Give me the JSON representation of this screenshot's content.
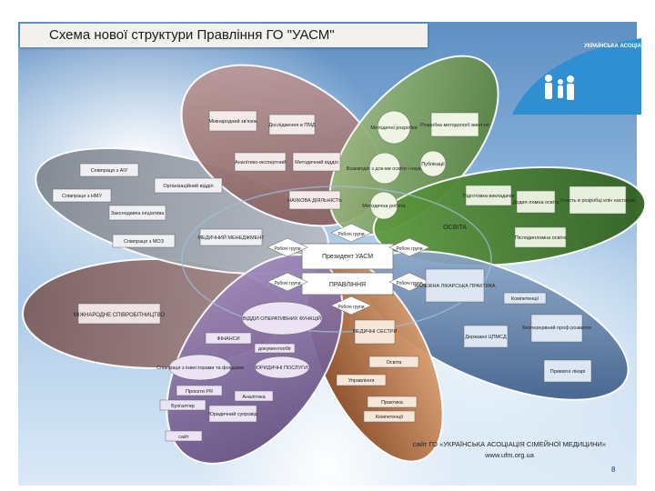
{
  "title": "Схема нової структури Правління ГО \"УАСМ\"",
  "logo": {
    "text": "УКРАЇНСЬКА АСОЦІАЦІЯ СІМЕЙНОЇ МЕДИЦИНИ",
    "icon": "family-icon",
    "color": "#2f8fd0"
  },
  "center": {
    "president": "Президент УАСМ",
    "board": "ПРАВЛІННЯ",
    "working_group": "Робочі групи"
  },
  "petals": {
    "science": {
      "title": "НАУКОВА ДІЯЛЬНІСТЬ",
      "items": [
        "Міжнародний зв'язок",
        "Дослідження в ПМД",
        "Аналітико-експертний",
        "Методичний відділ"
      ],
      "color": "#9b6f6f"
    },
    "methodology": {
      "title": "Методична робота",
      "items": [
        "Методичні розробки",
        "Розробка методології викл-ня",
        "Взаємодія з док-ми освіти і науки",
        "Публікації"
      ],
      "color": "#5f8a48"
    },
    "education": {
      "title": "ОСВІТА",
      "items": [
        "Підготовка викладачів",
        "Додип-ломна освіта",
        "Участь в розробці клін настанов",
        "Післядипломна освіта"
      ],
      "color": "#3d7a2a"
    },
    "practice": {
      "title": "НАЛЕЖНА ЛІКАРСЬКА ПРАКТИКА",
      "items": [
        "Компетенції",
        "Безперервний проф розвиток",
        "Державні ЦПМСД",
        "Приватні лікарі"
      ],
      "color": "#3b5f8f"
    },
    "nurses": {
      "title": "МЕДИЧНІ СЕСТРИ",
      "items": [
        "Освіта",
        "Управління",
        "Практика",
        "Компетенції"
      ],
      "color": "#b26b3b"
    },
    "support": {
      "title": "ВІДДІЛ ОПЕРАТИВНИХ ФУНКЦІЙ",
      "items": [
        "ФІНАНСИ",
        "Співпраця з інвесторами та фондами",
        "Проєкти PR",
        "Бухгалтер",
        "Юридичний супровід",
        "сайт",
        "Аналітика",
        "ЮРИДИЧНІ ПОСЛУГИ:",
        "документообіг"
      ],
      "color": "#6f5a8a"
    },
    "intl": {
      "title": "МІЖНАРОДНЕ СПІВРОБІТНИЦТВО",
      "color": "#8a6a6a"
    },
    "management": {
      "title": "МЕДИЧНИЙ МЕНЕДЖМЕНТ",
      "items": [
        "Співпраця з АІУ",
        "Співпраця з НМУ",
        "Організаційний відділ",
        "Законодавча ініціатива",
        "Співпраця з МОЗ"
      ],
      "color": "#8a8f98"
    }
  },
  "footer": {
    "line1": "сайт ГО «УКРАЇНСЬКА АСОЦІАЦІЯ СІМЕЙНОЇ МЕДИЦИНИ»",
    "line2": "www.ufm.org.ua"
  },
  "page_number": "8"
}
